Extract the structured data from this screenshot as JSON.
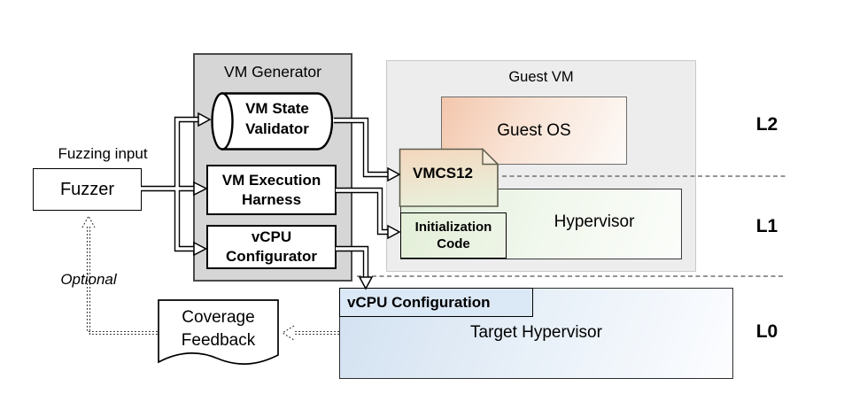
{
  "labels": {
    "fuzzing_input": "Fuzzing input",
    "fuzzer": "Fuzzer",
    "optional": "Optional",
    "coverage_feedback": "Coverage\nFeedback"
  },
  "vm_generator": {
    "title": "VM Generator",
    "vm_state_validator": "VM State\nValidator",
    "vm_execution_harness": "VM Execution\nHarness",
    "vcpu_configurator": "vCPU\nConfigurator"
  },
  "guest_vm": {
    "title": "Guest VM",
    "guest_os": "Guest OS",
    "vmcs12": "VMCS12",
    "initialization_code": "Initialization\nCode",
    "hypervisor": "Hypervisor"
  },
  "l0_row": {
    "vcpu_configuration": "vCPU Configuration",
    "target_hypervisor": "Target Hypervisor"
  },
  "levels": {
    "l2": "L2",
    "l1": "L1",
    "l0": "L0"
  },
  "colors": {
    "vm_generator_fill": "#d6d6d6",
    "guest_vm_fill": "#ededed",
    "guest_os_accent": "#f3c6ac",
    "hypervisor_accent": "#e0edd9",
    "vmcs12_top": "#f4d7bd",
    "vmcs12_bottom": "#e9efda",
    "initialization_code_fill": "#e3efd8",
    "target_hypervisor_accent": "#d2e1f1",
    "vcpu_configuration_fill": "#dbe8f6",
    "dashed_line": "#707070"
  }
}
